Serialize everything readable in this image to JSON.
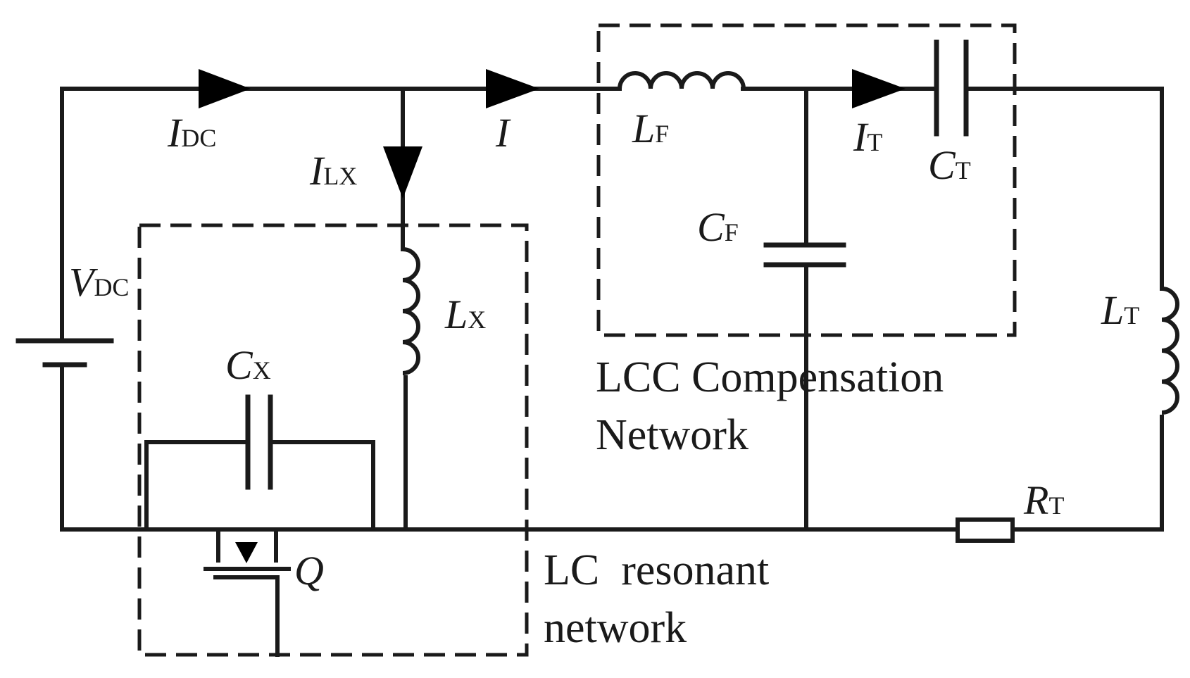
{
  "colors": {
    "lc_network_fill": "#fbe4e4",
    "lcc_network_fill": "#e7e6fb",
    "line": "#1a1a1a"
  },
  "labels": {
    "i_dc": {
      "sym": "I",
      "sub": "DC"
    },
    "i": {
      "sym": "I",
      "sub": ""
    },
    "i_lx": {
      "sym": "I",
      "sub": "LX"
    },
    "i_t": {
      "sym": "I",
      "sub": "T"
    },
    "v_dc": {
      "sym": "V",
      "sub": "DC"
    },
    "l_x": {
      "sym": "L",
      "sub": "X"
    },
    "c_x": {
      "sym": "C",
      "sub": "X"
    },
    "q": {
      "sym": "Q",
      "sub": ""
    },
    "l_f": {
      "sym": "L",
      "sub": "F"
    },
    "c_f": {
      "sym": "C",
      "sub": "F"
    },
    "c_t": {
      "sym": "C",
      "sub": "T"
    },
    "l_t": {
      "sym": "L",
      "sub": "T"
    },
    "r_t": {
      "sym": "R",
      "sub": "T"
    }
  },
  "captions": {
    "lcc_line1": "LCC Compensation",
    "lcc_line2": "Network",
    "lc_line1": "LC  resonant",
    "lc_line2": "network"
  }
}
